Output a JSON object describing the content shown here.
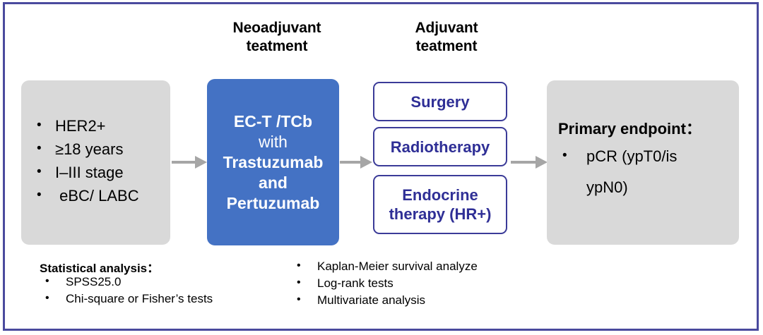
{
  "figure": {
    "title": "HER2-positive breast cancer neoadjuvant study flow diagram",
    "frame_color": "#4a4a9e",
    "background": "#ffffff"
  },
  "colors": {
    "gray_box_fill": "#d9d9d9",
    "blue_box_fill": "#4472c4",
    "navy_text": "#2f2f96",
    "navy_border": "#3b3b98",
    "arrow_gray": "#a6a6a6",
    "black_text": "#000000",
    "white_text": "#ffffff"
  },
  "headings": {
    "neoadjuvant": "Neoadjuvant\nteatment",
    "neoadjuvant_line1": "Neoadjuvant",
    "neoadjuvant_line2": "teatment",
    "adjuvant_line1": "Adjuvant",
    "adjuvant_line2": "teatment"
  },
  "population": {
    "criteria": [
      "HER2+",
      "≥18 years",
      "I–III stage",
      " eBC/ LABC"
    ]
  },
  "neoadjuvant_treatment": {
    "lines": [
      {
        "text": "EC-T /TCb",
        "bold": true
      },
      {
        "text": "with",
        "bold": false
      },
      {
        "text": "Trastuzumab",
        "bold": true
      },
      {
        "text": "and",
        "bold": true
      },
      {
        "text": "Pertuzumab",
        "bold": true
      }
    ],
    "line1": "EC-T /TCb",
    "line2": "with",
    "line3": "Trastuzumab",
    "line4": "and",
    "line5": "Pertuzumab"
  },
  "adjuvant_treatment": {
    "boxes": [
      {
        "label": "Surgery"
      },
      {
        "label": "Radiotherapy"
      },
      {
        "label": "Endocrine\ntherapy (HR+)"
      }
    ],
    "surgery": "Surgery",
    "radiotherapy": "Radiotherapy",
    "endocrine_line1": "Endocrine",
    "endocrine_line2": "therapy (HR+)"
  },
  "endpoint": {
    "title": "Primary endpoint：",
    "items": [
      "pCR (ypT0/is",
      "ypN0)"
    ]
  },
  "statistics": {
    "title": "Statistical analysis：",
    "left_items": [
      "SPSS25.0",
      "Chi-square or Fisher’s tests"
    ],
    "right_items": [
      "Kaplan-Meier survival analyze",
      "Log-rank tests",
      "Multivariate analysis"
    ]
  },
  "arrows": {
    "population_to_neoadjuvant": "arrow-right",
    "neoadjuvant_to_adjuvant": "arrow-right",
    "adjuvant_to_endpoint": "arrow-right"
  }
}
